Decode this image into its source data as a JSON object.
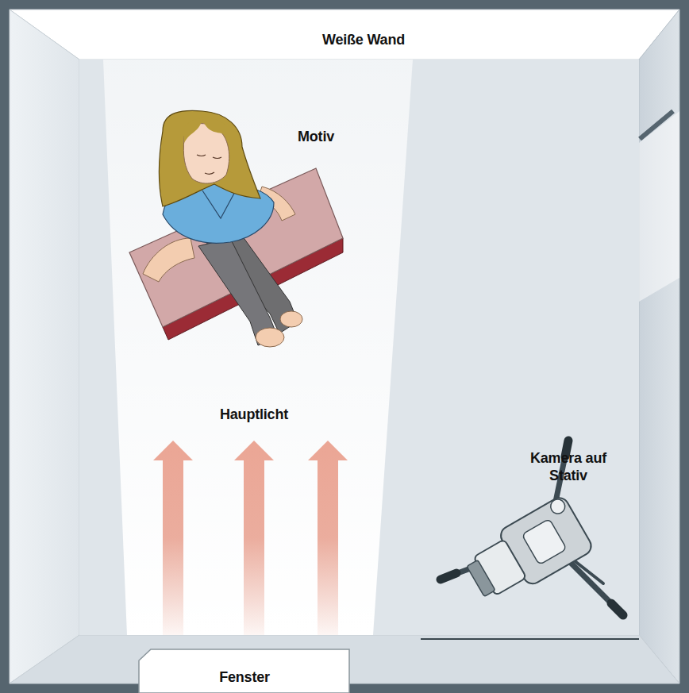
{
  "diagram": {
    "nodes": [
      {
        "text": [
          "Weiße Wand"
        ]
      },
      {
        "text": [
          "Fenster"
        ]
      }
    ],
    "labels": [
      "Motiv",
      "Hauptlicht",
      "Kamera auf Stativ"
    ]
  }
}
